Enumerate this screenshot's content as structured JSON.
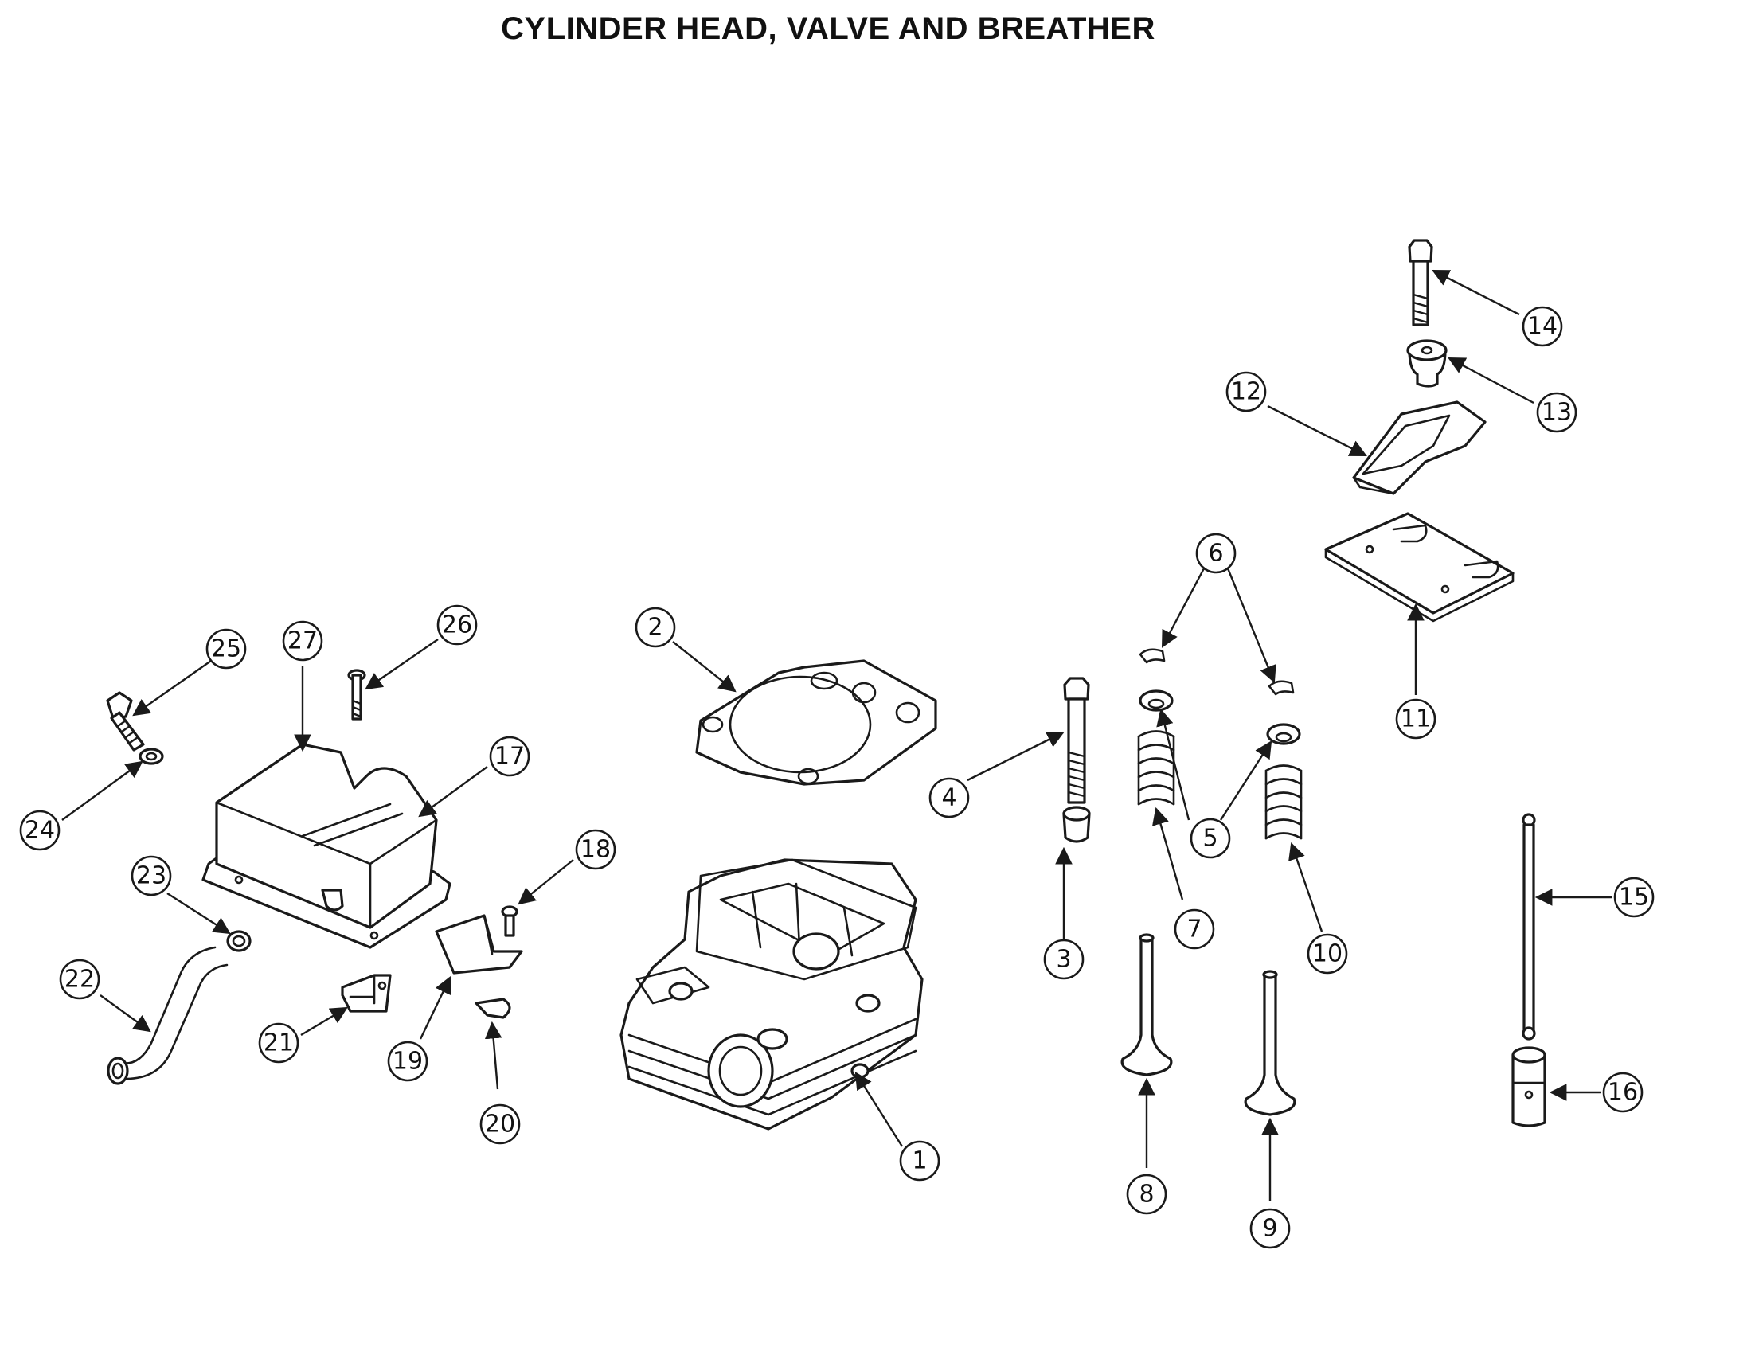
{
  "title": "CYLINDER HEAD, VALVE AND BREATHER",
  "callouts": [
    {
      "id": "1",
      "label": "1"
    },
    {
      "id": "2",
      "label": "2"
    },
    {
      "id": "3",
      "label": "3"
    },
    {
      "id": "4",
      "label": "4"
    },
    {
      "id": "5",
      "label": "5"
    },
    {
      "id": "6",
      "label": "6"
    },
    {
      "id": "7",
      "label": "7"
    },
    {
      "id": "8",
      "label": "8"
    },
    {
      "id": "9",
      "label": "9"
    },
    {
      "id": "10",
      "label": "10"
    },
    {
      "id": "11",
      "label": "11"
    },
    {
      "id": "12",
      "label": "12"
    },
    {
      "id": "13",
      "label": "13"
    },
    {
      "id": "14",
      "label": "14"
    },
    {
      "id": "15",
      "label": "15"
    },
    {
      "id": "16",
      "label": "16"
    },
    {
      "id": "17",
      "label": "17"
    },
    {
      "id": "18",
      "label": "18"
    },
    {
      "id": "19",
      "label": "19"
    },
    {
      "id": "20",
      "label": "20"
    },
    {
      "id": "21",
      "label": "21"
    },
    {
      "id": "22",
      "label": "22"
    },
    {
      "id": "23",
      "label": "23"
    },
    {
      "id": "24",
      "label": "24"
    },
    {
      "id": "25",
      "label": "25"
    },
    {
      "id": "26",
      "label": "26"
    },
    {
      "id": "27",
      "label": "27"
    }
  ]
}
